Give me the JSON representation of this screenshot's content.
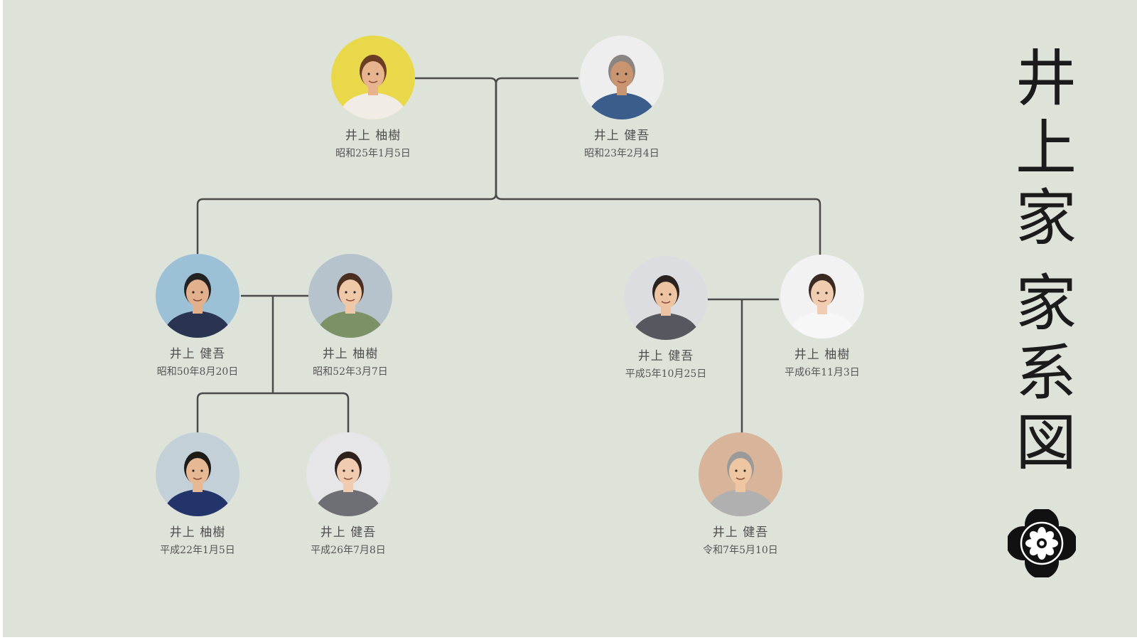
{
  "title": {
    "chars": [
      "井",
      "上",
      "家",
      "家",
      "系",
      "図"
    ],
    "text": "井上家 家系図"
  },
  "crest": {
    "icon": "family-crest-icon",
    "color": "#111111"
  },
  "colors": {
    "background": "#dee3d9",
    "line": "#4a4a4a",
    "text": "#4e4e4e"
  },
  "people": [
    {
      "name": "井上 柚樹",
      "date": "昭和25年1月5日",
      "photo_bg": "#e9d84a",
      "skin": "#e8b48e",
      "hair": "#6a3e22",
      "cloth": "#f2ece6"
    },
    {
      "name": "井上 健吾",
      "date": "昭和23年2月4日",
      "photo_bg": "#eeeeee",
      "skin": "#c99470",
      "hair": "#8a8580",
      "cloth": "#3b5d8c"
    },
    {
      "name": "井上 健吾",
      "date": "昭和50年8月20日",
      "photo_bg": "#9cc0d6",
      "skin": "#e2b08c",
      "hair": "#222222",
      "cloth": "#2a3350"
    },
    {
      "name": "井上 柚樹",
      "date": "昭和52年3月7日",
      "photo_bg": "#b6c2cc",
      "skin": "#efc8a8",
      "hair": "#4a2e22",
      "cloth": "#7c9166"
    },
    {
      "name": "井上 健吾",
      "date": "平成5年10月25日",
      "photo_bg": "#dcdde0",
      "skin": "#edc3a2",
      "hair": "#2a221e",
      "cloth": "#55585e"
    },
    {
      "name": "井上 柚樹",
      "date": "平成6年11月3日",
      "photo_bg": "#f2f2f2",
      "skin": "#f0cdb0",
      "hair": "#3b2a22",
      "cloth": "#f7f7f7"
    },
    {
      "name": "井上 柚樹",
      "date": "平成22年1月5日",
      "photo_bg": "#c3d0d8",
      "skin": "#e6b893",
      "hair": "#1e1a18",
      "cloth": "#22346a"
    },
    {
      "name": "井上 健吾",
      "date": "平成26年7月8日",
      "photo_bg": "#e6e6e8",
      "skin": "#f0cbb0",
      "hair": "#2c211c",
      "cloth": "#6e6f74"
    },
    {
      "name": "井上 健吾",
      "date": "令和7年5月10日",
      "photo_bg": "#d8b49a",
      "skin": "#efc6a2",
      "hair": "#9a9a9a",
      "cloth": "#b0b0b0"
    }
  ]
}
